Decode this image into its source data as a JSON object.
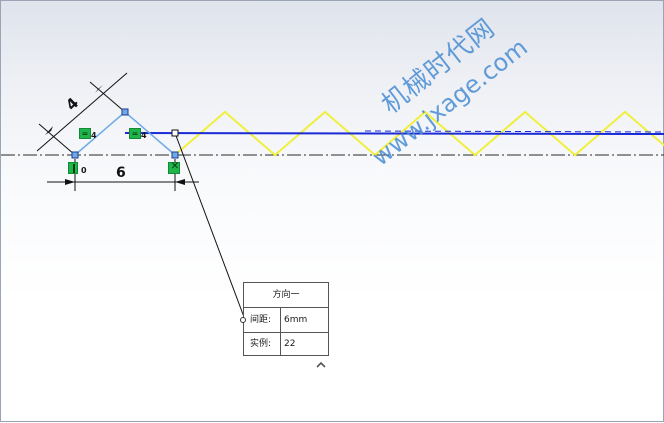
{
  "sketch": {
    "dimension_diagonal": "4",
    "dimension_horizontal": "6",
    "relation_equal_subscript": "4",
    "relation_vertical_subscript": "0"
  },
  "watermark": {
    "chinese": "机械时代网",
    "url": "www.jxage.com"
  },
  "pattern_panel": {
    "title": "方向一",
    "spacing_label": "间距:",
    "spacing_value": "6mm",
    "instances_label": "实例:",
    "instances_value": "22"
  },
  "icons": {
    "collapse": "chevron-up-icon",
    "equal_relation": "equal-relation-icon",
    "vertical_relation": "vertical-relation-icon",
    "fixed_relation": "fixed-relation-icon"
  },
  "colors": {
    "zigzag_preview": "#f0f03c",
    "construction_line": "#1a2bd6",
    "sketch_line": "#6eaae8",
    "relation_badge": "#1fb54a"
  }
}
